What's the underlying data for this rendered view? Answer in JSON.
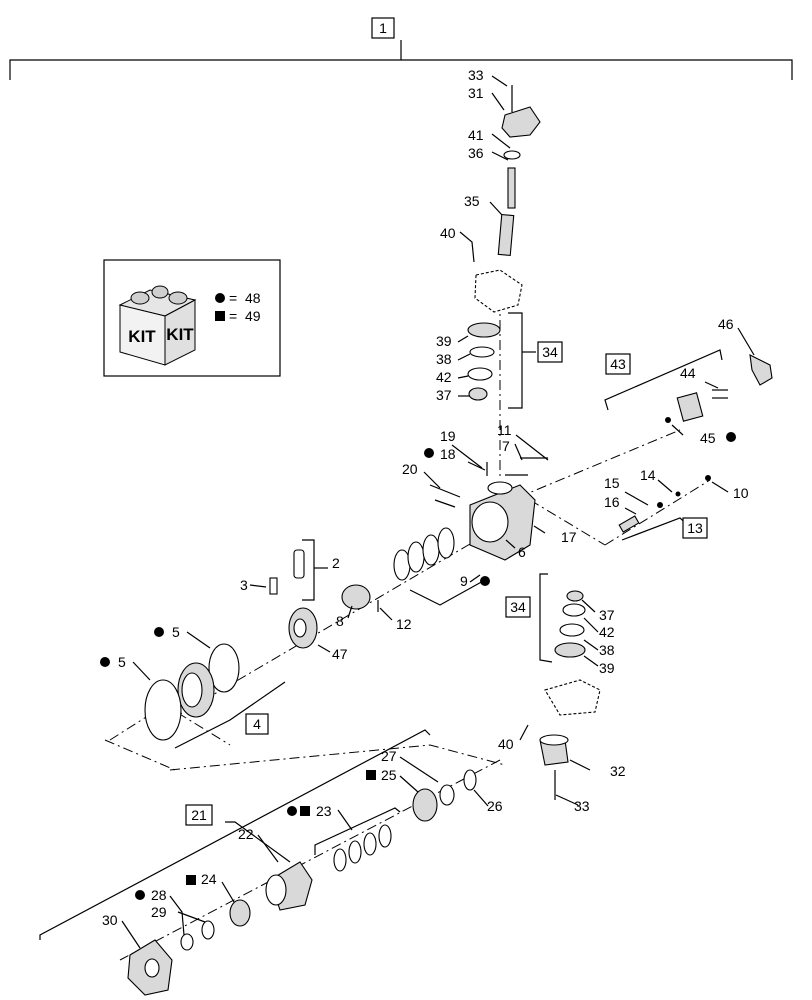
{
  "assembly_label": "1",
  "kit_legend": {
    "kit_text_1": "KIT",
    "kit_text_2": "KIT",
    "circle_ref": "48",
    "square_ref": "49",
    "equals": "="
  },
  "callouts": {
    "p2": "2",
    "p3": "3",
    "p4": "4",
    "p5a": "5",
    "p5b": "5",
    "p6": "6",
    "p7": "7",
    "p8": "8",
    "p9": "9",
    "p10": "10",
    "p11": "11",
    "p12": "12",
    "p13": "13",
    "p14": "14",
    "p15": "15",
    "p16": "16",
    "p17": "17",
    "p18": "18",
    "p19": "19",
    "p20": "20",
    "p21": "21",
    "p22": "22",
    "p23": "23",
    "p24": "24",
    "p25": "25",
    "p26": "26",
    "p27": "27",
    "p28": "28",
    "p29": "29",
    "p30": "30",
    "p31": "31",
    "p32": "32",
    "p33a": "33",
    "p33b": "33",
    "p34a": "34",
    "p34b": "34",
    "p35": "35",
    "p36": "36",
    "p37a": "37",
    "p37b": "37",
    "p38a": "38",
    "p38b": "38",
    "p39a": "39",
    "p39b": "39",
    "p40a": "40",
    "p40b": "40",
    "p41": "41",
    "p42a": "42",
    "p42b": "42",
    "p43": "43",
    "p44": "44",
    "p45": "45",
    "p46": "46",
    "p47": "47"
  }
}
